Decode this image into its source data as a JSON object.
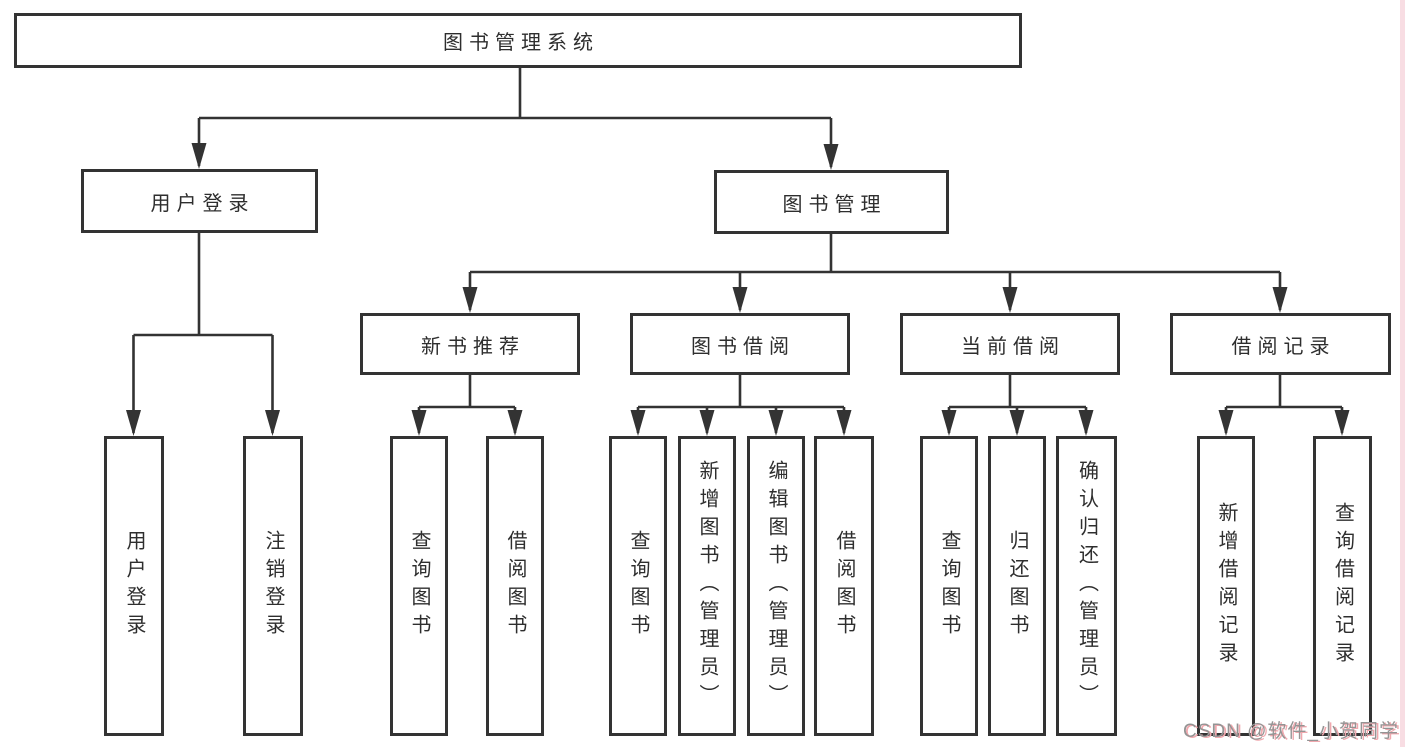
{
  "diagram": {
    "root": {
      "label": "图书管理系统"
    },
    "level2": [
      {
        "id": "user-login",
        "label": "用户登录"
      },
      {
        "id": "book-management",
        "label": "图书管理"
      }
    ],
    "user_login_children": [
      {
        "label": "用户登录"
      },
      {
        "label": "注销登录"
      }
    ],
    "level3": [
      {
        "id": "new-book-recommend",
        "label": "新书推荐"
      },
      {
        "id": "book-borrow",
        "label": "图书借阅"
      },
      {
        "id": "current-borrow",
        "label": "当前借阅"
      },
      {
        "id": "borrow-records",
        "label": "借阅记录"
      }
    ],
    "new_book_children": [
      {
        "label": "查询图书"
      },
      {
        "label": "借阅图书"
      }
    ],
    "book_borrow_children": [
      {
        "label": "查询图书"
      },
      {
        "label": "新增图书（管理员）"
      },
      {
        "label": "编辑图书（管理员）"
      },
      {
        "label": "借阅图书"
      }
    ],
    "current_borrow_children": [
      {
        "label": "查询图书"
      },
      {
        "label": "归还图书"
      },
      {
        "label": "确认归还（管理员）"
      }
    ],
    "records_children": [
      {
        "label": "新增借阅记录"
      },
      {
        "label": "查询借阅记录"
      }
    ]
  },
  "watermark": {
    "text": "CSDN @软件_小贺同学"
  },
  "colors": {
    "line": "#333333",
    "box_border": "#333333",
    "text": "#2e2e2e",
    "bg": "#ffffff",
    "watermark": "#949494",
    "watermark_shadow": "#f0a8ae",
    "edge_tint": "#f6d2d9"
  }
}
